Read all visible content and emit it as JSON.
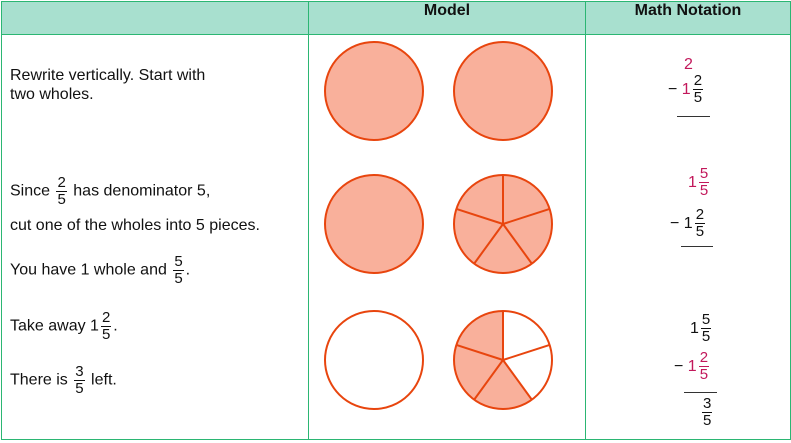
{
  "headers": {
    "col1": "",
    "col2": "Model",
    "col3": "Math Notation"
  },
  "step1": {
    "text1": "Rewrite vertically. Start with",
    "text2": "two wholes."
  },
  "step2": {
    "since": "Since",
    "frac": {
      "n": "2",
      "d": "5"
    },
    "after": "has denominator 5,",
    "line2": "cut one of the wholes into 5 pieces.",
    "have": "You have 1 whole and",
    "frac2": {
      "n": "5",
      "d": "5"
    },
    "period": "."
  },
  "step3": {
    "take": "Take away 1",
    "frac": {
      "n": "2",
      "d": "5"
    },
    "period": ".",
    "there": "There is",
    "frac2": {
      "n": "3",
      "d": "5"
    },
    "left": "left."
  },
  "math1": {
    "top": "2",
    "minus": "−",
    "whole": "1",
    "n": "2",
    "d": "5"
  },
  "math2": {
    "whole": "1",
    "n": "5",
    "d": "5",
    "minus": "−",
    "whole2": "1",
    "n2": "2",
    "d2": "5"
  },
  "math3": {
    "whole": "1",
    "n": "5",
    "d": "5",
    "minus": "−",
    "whole2": "1",
    "n2": "2",
    "d2": "5",
    "rn": "3",
    "rd": "5"
  },
  "colors": {
    "header_bg": "#a8e0cf",
    "border": "#2bb673",
    "fill": "#f9b09b",
    "stroke": "#e8450e",
    "accent": "#c2185b"
  }
}
